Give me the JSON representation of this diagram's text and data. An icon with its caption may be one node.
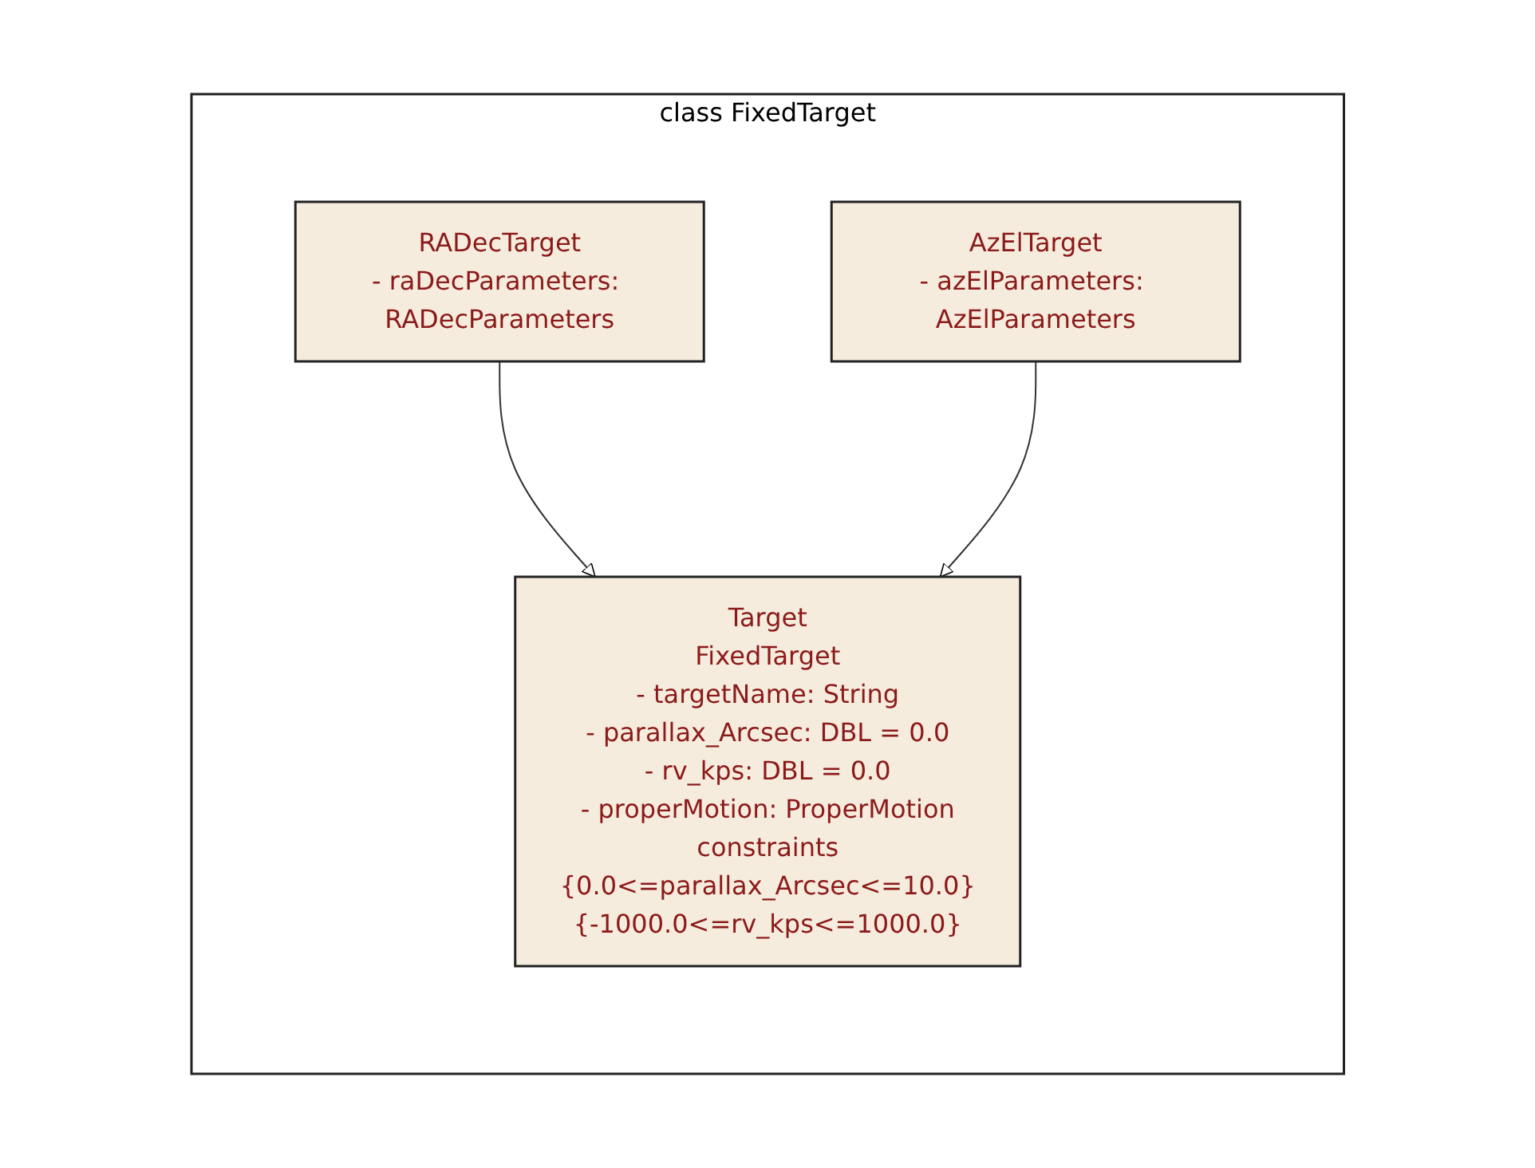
{
  "diagram": {
    "nodes": [
      {
        "text": [
          "class FixedTarget"
        ]
      },
      {
        "text": [
          "Target",
          "FixedTarget",
          "- targetName: String",
          "- parallax_Arcsec: DBL = 0.0",
          "- rv_kps: DBL = 0.0",
          "- properMotion: ProperMotion",
          "constraints",
          "{0.0<=parallax_Arcsec<=10.0}",
          "{-1000.0<=rv_kps<=1000.0}"
        ],
        "in": 0
      },
      {
        "text": [
          "RADecTarget",
          "- raDecParameters: RADecParameters"
        ],
        "in": 0
      },
      {
        "text": [
          "AzElTarget",
          "- azElParameters: AzElParameters"
        ],
        "in": 0
      }
    ],
    "edges": [
      {
        "from": 2,
        "to": 1,
        "arrow": "to"
      },
      {
        "from": 3,
        "to": 1,
        "arrow": "to"
      }
    ]
  }
}
